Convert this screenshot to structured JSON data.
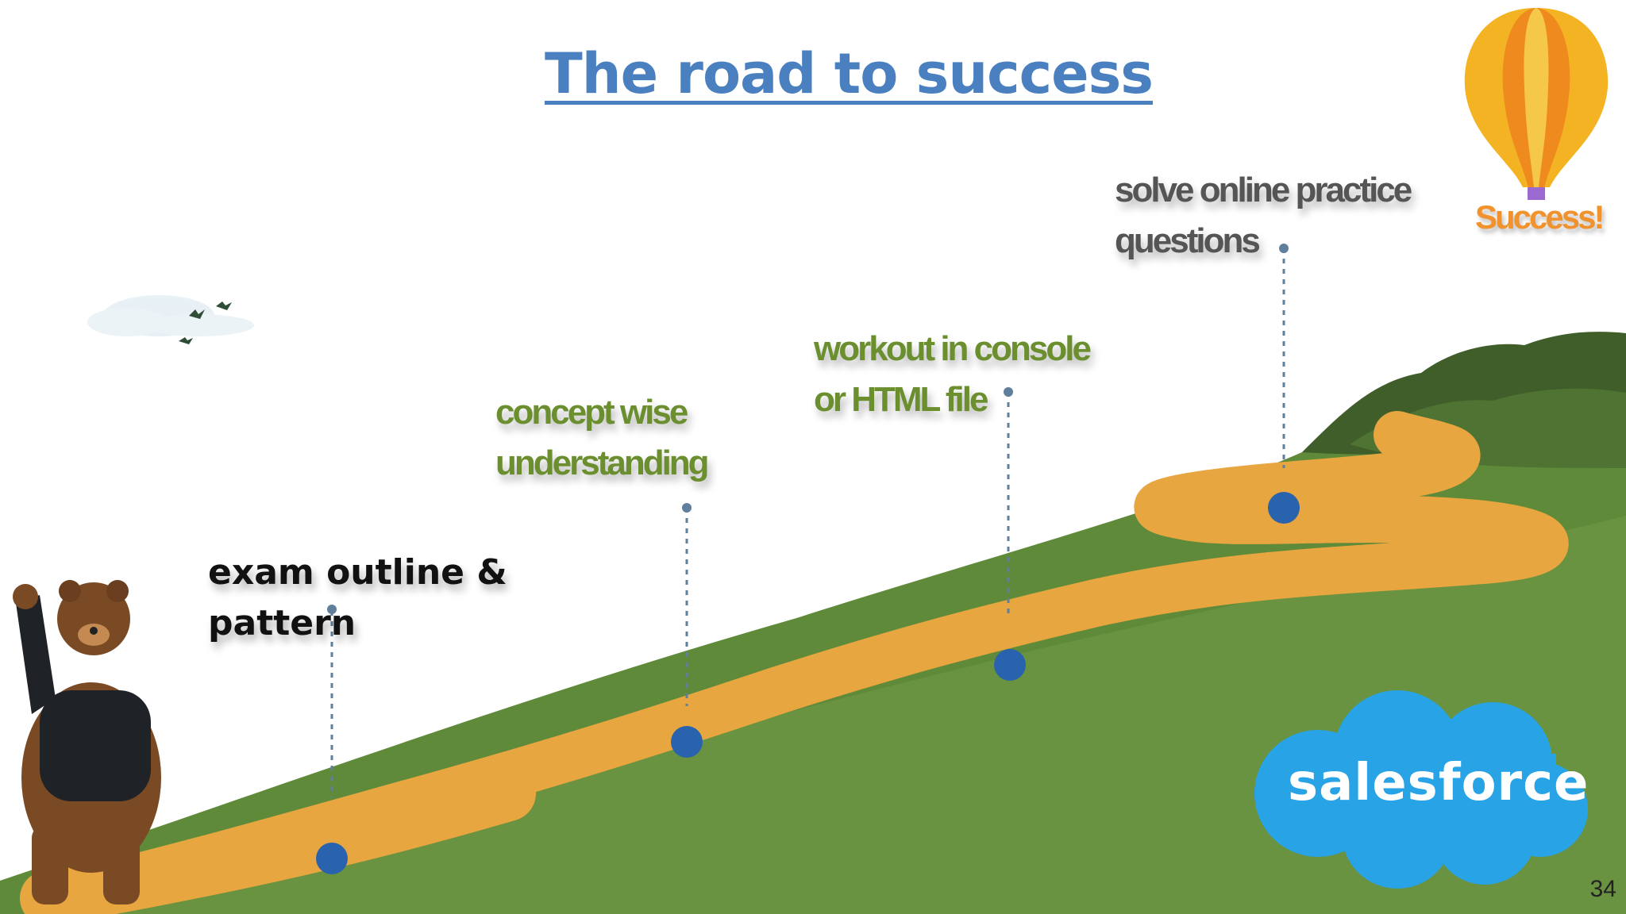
{
  "title": "The road to success",
  "steps": [
    {
      "line1": "exam outline &",
      "line2": "pattern"
    },
    {
      "line1": "concept wise",
      "line2": "understanding"
    },
    {
      "line1": "workout in console",
      "line2": "or  HTML file"
    },
    {
      "line1": "solve online practice",
      "line2": "questions"
    }
  ],
  "goal_label": "Success!",
  "logo_text": "salesforce",
  "page_number": "34",
  "colors": {
    "title": "#4a7fc0",
    "step_green": "#6b8e2e",
    "marker": "#2a63ad",
    "road": "#e8a640",
    "grass": "#5f8a3a",
    "logo": "#27a3e6",
    "goal": "#f0922e"
  },
  "icons": [
    "bear-mascot-icon",
    "hot-air-balloon-icon",
    "cloud-icon",
    "bird-icon",
    "salesforce-cloud-icon"
  ]
}
